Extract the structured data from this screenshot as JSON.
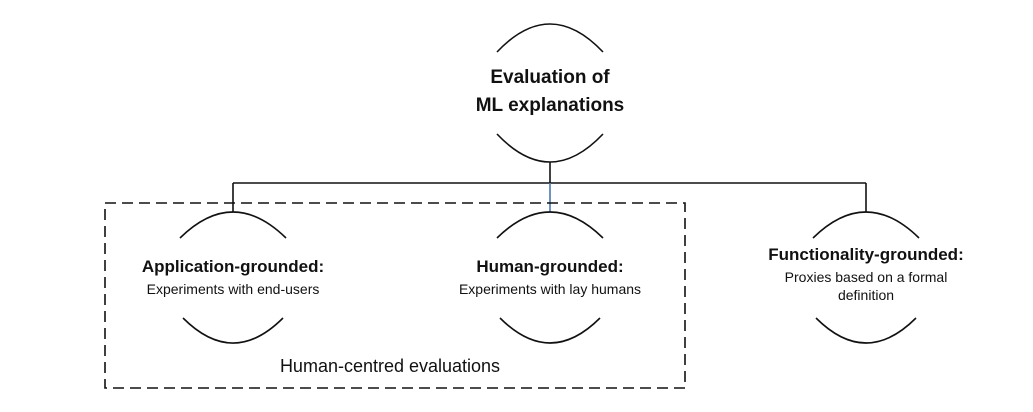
{
  "root": {
    "title_line1": "Evaluation of",
    "title_line2": "ML explanations"
  },
  "nodes": [
    {
      "title": "Application-grounded:",
      "subtitle": "Experiments with end-users"
    },
    {
      "title": "Human-grounded:",
      "subtitle": "Experiments with lay humans"
    },
    {
      "title": "Functionality-grounded:",
      "subtitle": "Proxies based on a formal definition"
    }
  ],
  "group": {
    "label": "Human-centred evaluations"
  },
  "colors": {
    "line": "#111111",
    "accent_connector": "#4a7ab8"
  }
}
